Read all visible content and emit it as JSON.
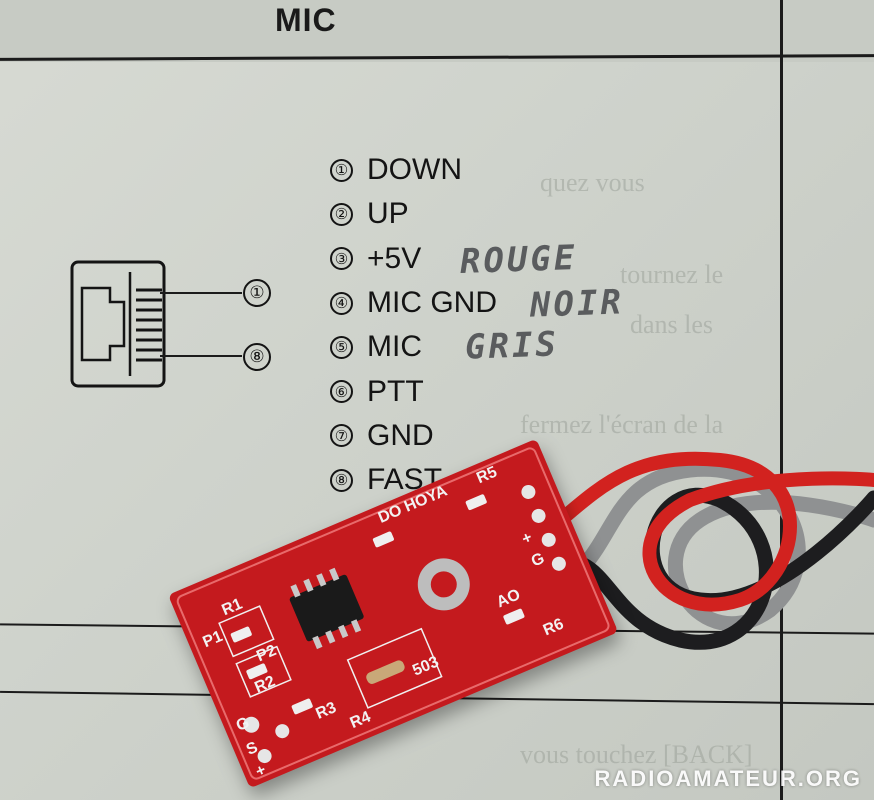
{
  "manual": {
    "title": "MIC",
    "callout_first": "①",
    "callout_last": "⑧",
    "pins": [
      {
        "num": "①",
        "label": "DOWN"
      },
      {
        "num": "②",
        "label": "UP"
      },
      {
        "num": "③",
        "label": "+5V"
      },
      {
        "num": "④",
        "label": "MIC GND"
      },
      {
        "num": "⑤",
        "label": "MIC"
      },
      {
        "num": "⑥",
        "label": "PTT"
      },
      {
        "num": "⑦",
        "label": "GND"
      },
      {
        "num": "⑧",
        "label": "FAST"
      }
    ],
    "bleed_text": [
      "quez vous",
      "tournez le",
      "dans les",
      "fermez l'écran de la",
      "vous touchez [BACK]"
    ]
  },
  "handwritten": {
    "pin3": "ROUGE",
    "pin4": "NOIR",
    "pin5": "GRIS"
  },
  "board": {
    "labels": [
      "R1",
      "R2",
      "R3",
      "R4",
      "R5",
      "R6",
      "P1",
      "P2",
      "503",
      "DO HOYA",
      "AO",
      "G",
      "+",
      "S",
      "G",
      "+"
    ]
  },
  "cable_colors": {
    "red": "#d2221f",
    "black": "#1d1d1f",
    "gray": "#8f9192"
  },
  "watermark": "RADIOAMATEUR.ORG"
}
